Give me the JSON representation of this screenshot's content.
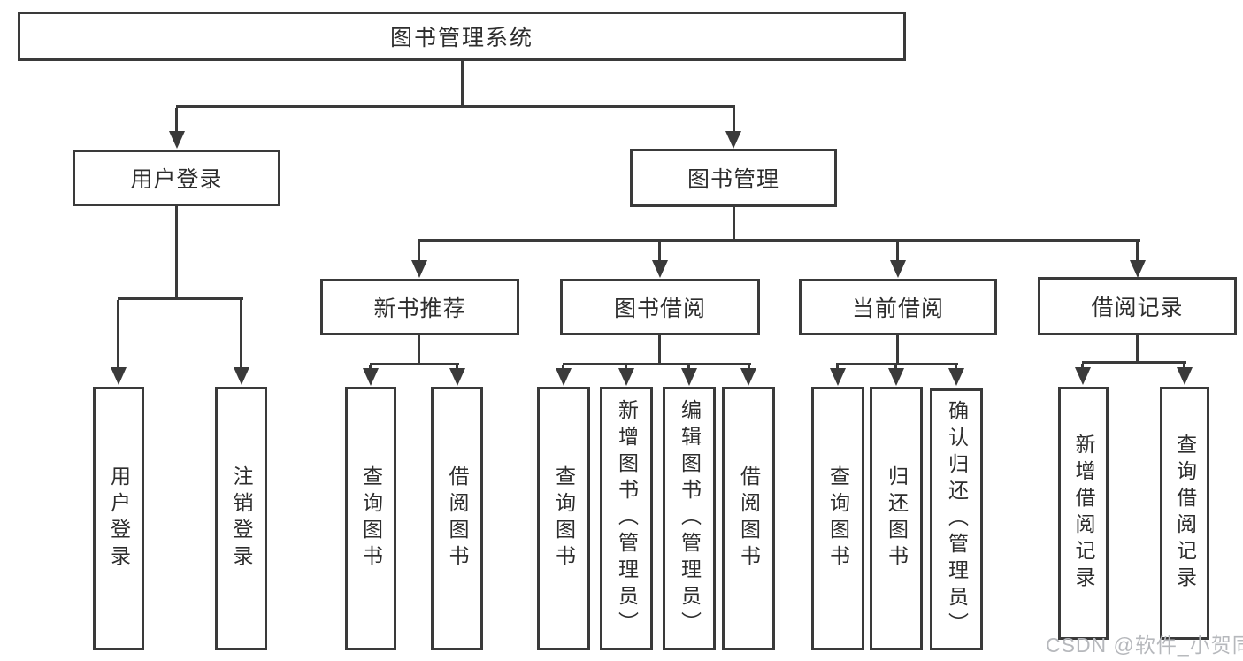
{
  "diagram": {
    "root": {
      "label": "图书管理系统"
    },
    "branches": [
      {
        "label": "用户登录",
        "children": [
          {
            "label": "用户登录"
          },
          {
            "label": "注销登录"
          }
        ]
      },
      {
        "label": "图书管理",
        "children": [
          {
            "label": "新书推荐",
            "children": [
              {
                "label": "查询图书"
              },
              {
                "label": "借阅图书"
              }
            ]
          },
          {
            "label": "图书借阅",
            "children": [
              {
                "label": "查询图书"
              },
              {
                "label": "新增图书（管理员）"
              },
              {
                "label": "编辑图书（管理员）"
              },
              {
                "label": "借阅图书"
              }
            ]
          },
          {
            "label": "当前借阅",
            "children": [
              {
                "label": "查询图书"
              },
              {
                "label": "归还图书"
              },
              {
                "label": "确认归还（管理员）"
              }
            ]
          },
          {
            "label": "借阅记录",
            "children": [
              {
                "label": "新增借阅记录"
              },
              {
                "label": "查询借阅记录"
              }
            ]
          }
        ]
      }
    ]
  },
  "watermark": {
    "text": "CSDN @软件_小贺同学"
  },
  "colors": {
    "line": "#3a3a3a",
    "text": "#2d2d2d",
    "background": "#ffffff",
    "watermark": "#b6b8bc"
  }
}
